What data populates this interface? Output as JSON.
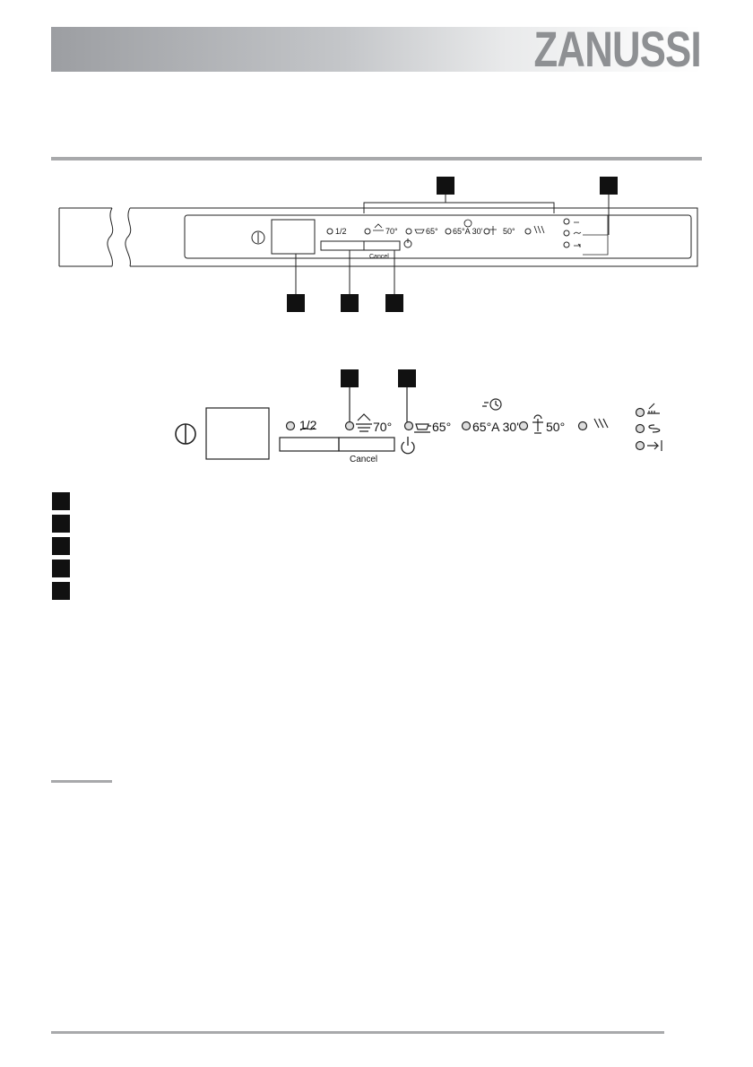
{
  "brand": {
    "logo": "ZANUSSI"
  },
  "panel": {
    "half_load_label": "1/2",
    "prog_intensive_temp": "70°",
    "prog_normal_temp": "65°",
    "prog_eco_temp": "65°A 30'",
    "prog_light_temp": "50°",
    "cancel_label": "Cancel"
  }
}
